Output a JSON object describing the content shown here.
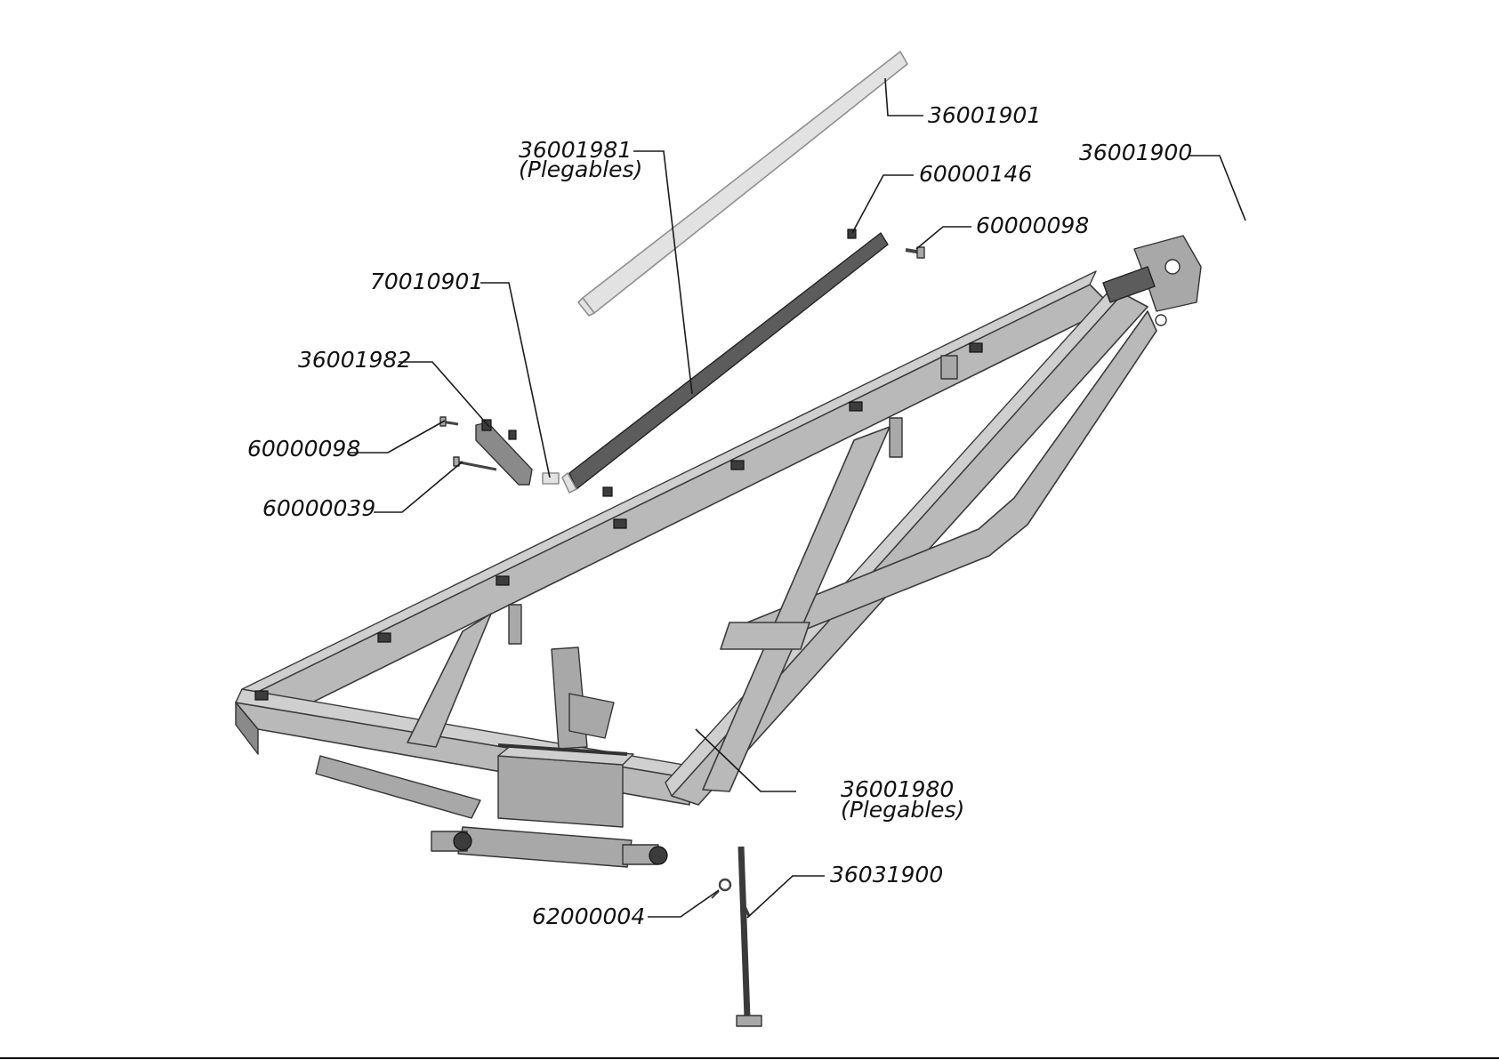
{
  "callouts": {
    "c36001901": "36001901",
    "c36001981": "36001981",
    "c36001981_note": "(Plegables)",
    "c36001900": "36001900",
    "c60000146": "60000146",
    "c60000098_top": "60000098",
    "c70010901": "70010901",
    "c36001982": "36001982",
    "c60000098_left": "60000098",
    "c60000039": "60000039",
    "c36001980": "36001980",
    "c36001980_note": "(Plegables)",
    "c36031900": "36031900",
    "c62000004": "62000004"
  },
  "colors": {
    "frame": "#b9b9b9",
    "frame_outline": "#3a3a3a",
    "label_text": "#111111",
    "background": "#ffffff"
  }
}
